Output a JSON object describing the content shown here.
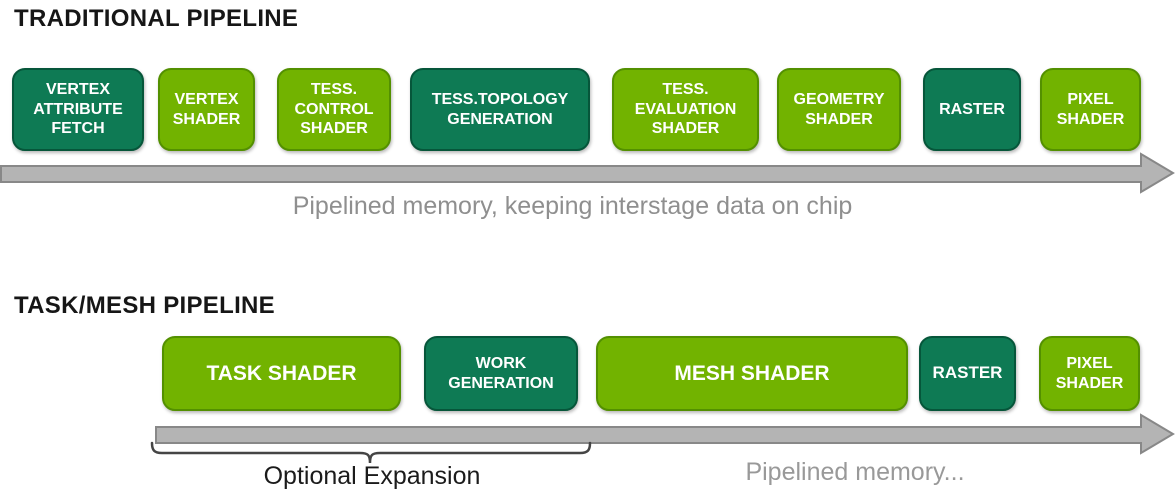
{
  "colors": {
    "light_green": "#72b300",
    "light_green_border": "#539000",
    "dark_green": "#0e7a54",
    "dark_green_border": "#06563a",
    "arrow_fill": "#b4b4b4",
    "arrow_stroke": "#888888",
    "caption_gray": "#8f8f8f",
    "title_color": "#161616",
    "bracket_color": "#454545"
  },
  "traditional": {
    "title": "TRADITIONAL PIPELINE",
    "stages": [
      {
        "label": "VERTEX ATTRIBUTE FETCH",
        "variant": "dark"
      },
      {
        "label": "VERTEX SHADER",
        "variant": "light"
      },
      {
        "label": "TESS. CONTROL SHADER",
        "variant": "light"
      },
      {
        "label": "TESS.TOPOLOGY GENERATION",
        "variant": "dark"
      },
      {
        "label": "TESS. EVALUATION SHADER",
        "variant": "light"
      },
      {
        "label": "GEOMETRY SHADER",
        "variant": "light"
      },
      {
        "label": "RASTER",
        "variant": "dark"
      },
      {
        "label": "PIXEL SHADER",
        "variant": "light"
      }
    ],
    "caption": "Pipelined memory, keeping interstage data on chip"
  },
  "task_mesh": {
    "title": "TASK/MESH PIPELINE",
    "stages": [
      {
        "label": "TASK SHADER",
        "variant": "light"
      },
      {
        "label": "WORK GENERATION",
        "variant": "dark"
      },
      {
        "label": "MESH SHADER",
        "variant": "light"
      },
      {
        "label": "RASTER",
        "variant": "dark"
      },
      {
        "label": "PIXEL SHADER",
        "variant": "light"
      }
    ],
    "bracket_label": "Optional Expansion",
    "caption": "Pipelined memory..."
  }
}
